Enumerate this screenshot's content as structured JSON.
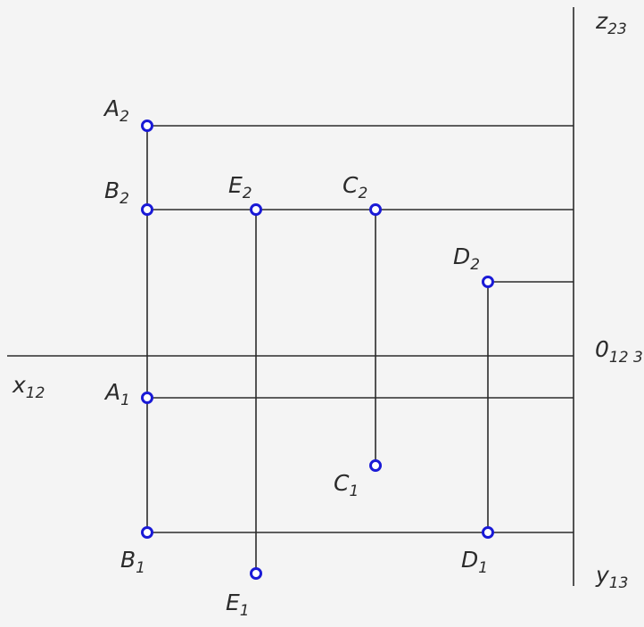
{
  "axes": {
    "z_label": "z",
    "z_sub": "23",
    "y_label": "y",
    "y_sub": "13",
    "x_label": "x",
    "x_sub": "12",
    "o_label": "0",
    "o_sub": "12 3"
  },
  "points": {
    "a2": {
      "letter": "A",
      "sub": "2"
    },
    "b2": {
      "letter": "B",
      "sub": "2"
    },
    "e2": {
      "letter": "E",
      "sub": "2"
    },
    "c2": {
      "letter": "C",
      "sub": "2"
    },
    "d2": {
      "letter": "D",
      "sub": "2"
    },
    "a1": {
      "letter": "A",
      "sub": "1"
    },
    "c1": {
      "letter": "C",
      "sub": "1"
    },
    "b1": {
      "letter": "B",
      "sub": "1"
    },
    "d1": {
      "letter": "D",
      "sub": "1"
    },
    "e1": {
      "letter": "E",
      "sub": "1"
    }
  },
  "colors": {
    "line": "#2b2b2b",
    "point_stroke": "#1a1ad6",
    "background": "#f4f4f4"
  }
}
